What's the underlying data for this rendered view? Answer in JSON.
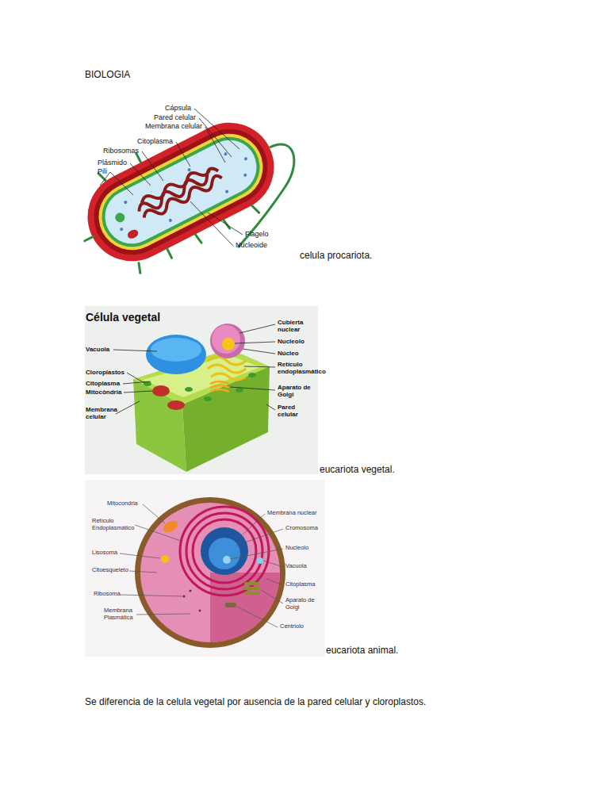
{
  "diagram": {
    "title": "BIOLOGIA",
    "labels": [
      "Cápsula",
      "Pared celular",
      "Membrana celular",
      "Citoplasma",
      "Ribosomas",
      "Plásmido",
      "Pili",
      "Flagelo",
      "Nucleoide",
      "celula procariota.",
      "Célula vegetal",
      "Vacuola",
      "Cloroplastos",
      "Citoplasma",
      "Mitocôndria",
      "Membrana celular",
      "Cubierta nuclear",
      "Nucleolo",
      "Núcleo",
      "Retículo endoplasmático",
      "Aparato de Golgi",
      "Pared celular",
      "eucariota vegetal.",
      "Mitocondria",
      "Retículo Endoplasmático",
      "Lisosoma",
      "Citoesqueleto",
      "Ribosoma",
      "Membrana Plasmática",
      "Membrana nuclear",
      "Cromosoma",
      "Nucleolo",
      "Vacuola",
      "Citoplasma",
      "Aparato de Golgi",
      "Centriolo",
      "eucariota animal.",
      "Se diferencia de la celula vegetal por ausencia de la pared celular y cloroplastos."
    ]
  }
}
